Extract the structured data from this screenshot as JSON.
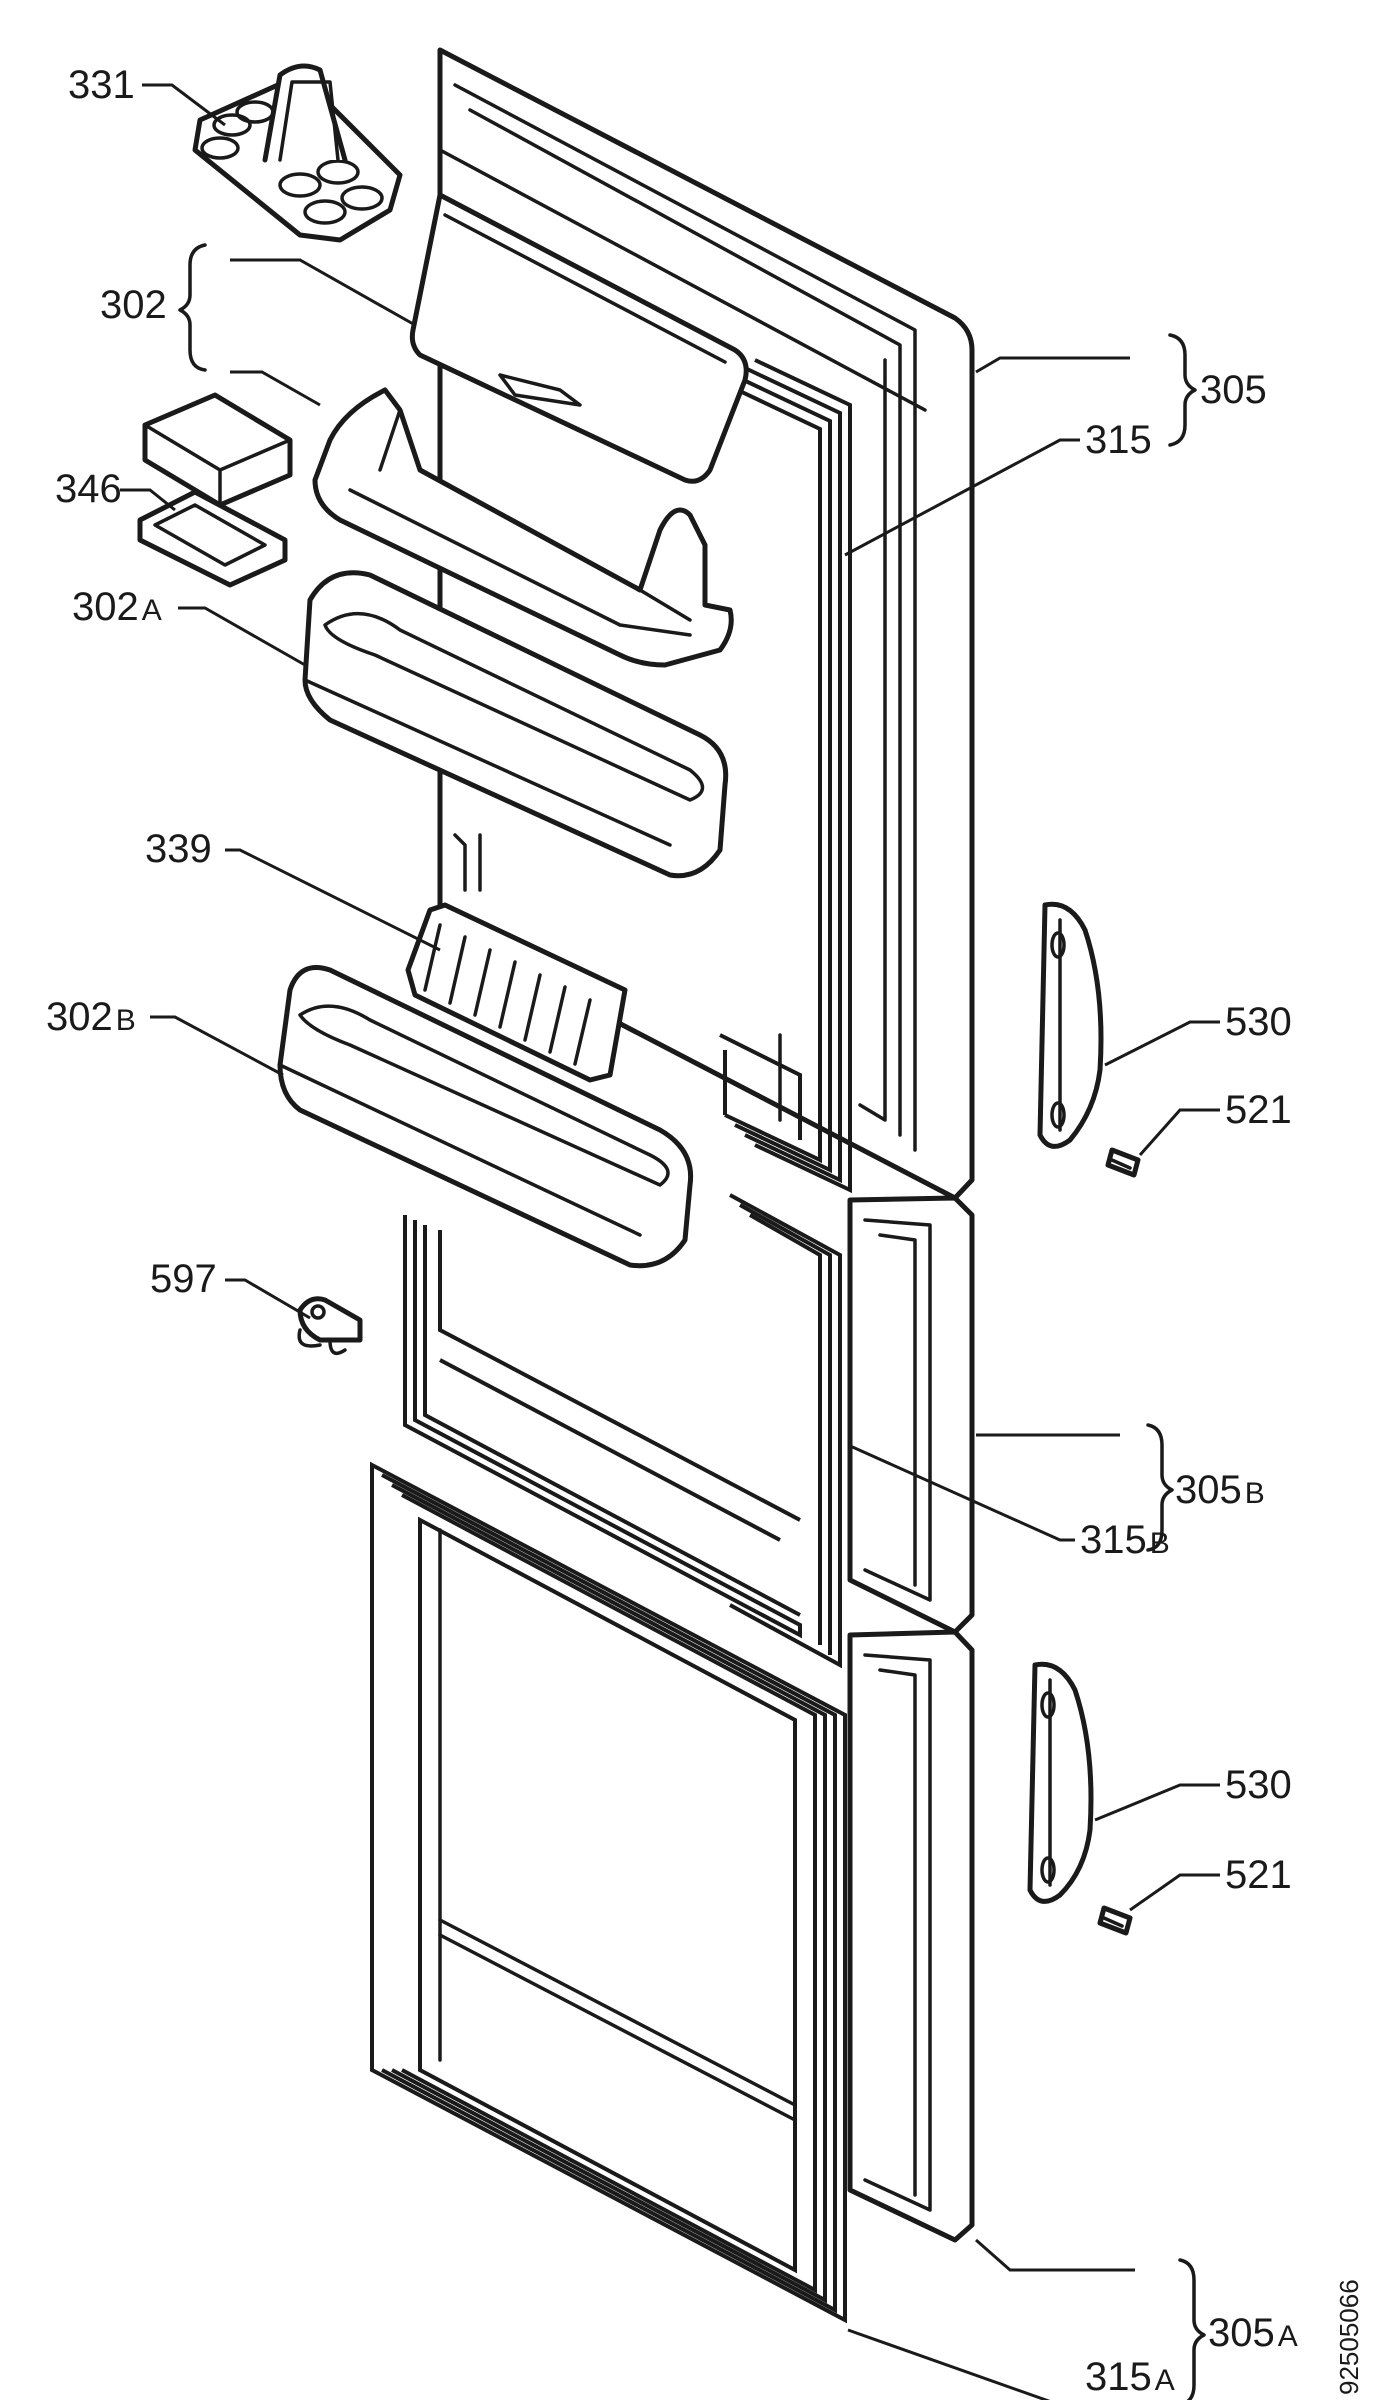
{
  "callouts": {
    "c331": "331",
    "c302": "302",
    "c346": "346",
    "c302a_num": "302",
    "c302a_suffix": "A",
    "c339": "339",
    "c302b_num": "302",
    "c302b_suffix": "B",
    "c597": "597",
    "c305": "305",
    "c315": "315",
    "c530_upper": "530",
    "c521_upper": "521",
    "c305b_num": "305",
    "c305b_suffix": "B",
    "c315b_num": "315",
    "c315b_suffix": "B",
    "c530_lower": "530",
    "c521_lower": "521",
    "c305a_num": "305",
    "c305a_suffix": "A",
    "c315a_num": "315",
    "c315a_suffix": "A"
  },
  "document_number": "92505066"
}
